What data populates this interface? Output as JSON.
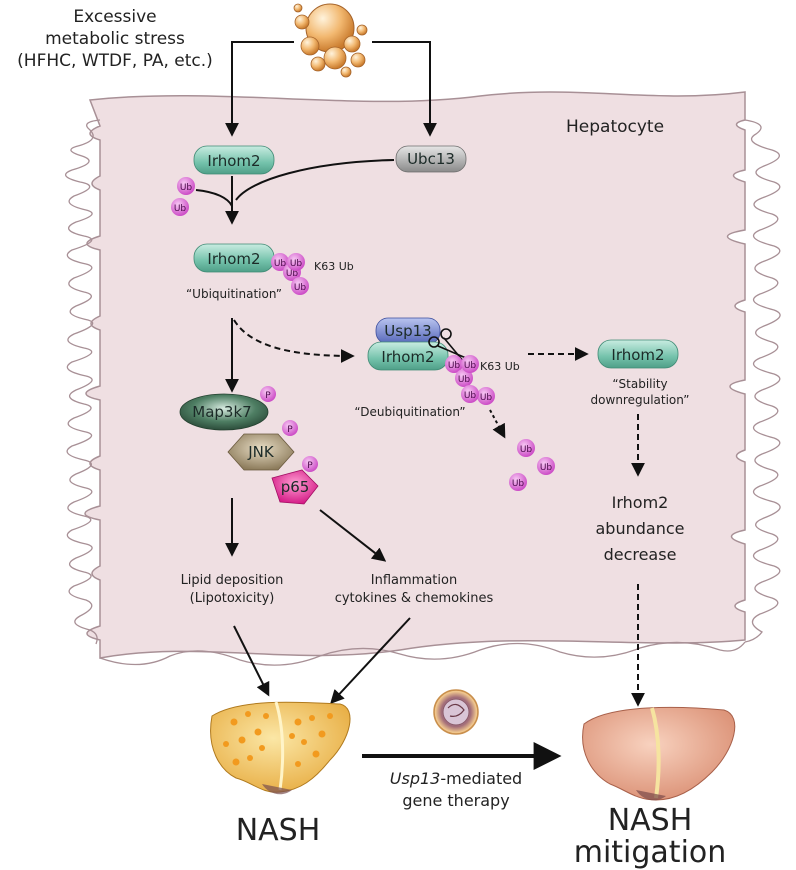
{
  "stress": {
    "line1": "Excessive",
    "line2": "metabolic stress",
    "line3": "(HFHC, WTDF, PA, etc.)"
  },
  "cell_label": "Hepatocyte",
  "proteins": {
    "irhom2_top": "Irhom2",
    "ubc13": "Ubc13",
    "irhom2_ub": "Irhom2",
    "irhom2_deub": "Irhom2",
    "usp13": "Usp13",
    "irhom2_stab": "Irhom2",
    "map3k7": "Map3k7",
    "jnk": "JNK",
    "p65": "p65"
  },
  "ub": "Ub",
  "phospho": "P",
  "k63_ub_1": "K63 Ub",
  "k63_ub_2": "K63 Ub",
  "ubiquitination": "“Ubiquitination”",
  "deubiquitination": "“Deubiquitination”",
  "stability": {
    "line1": "“Stability",
    "line2": "downregulation”"
  },
  "abundance": {
    "line1": "Irhom2",
    "line2": "abundance",
    "line3": "decrease"
  },
  "lipid": {
    "line1": "Lipid deposition",
    "line2": "(Lipotoxicity)"
  },
  "inflammation": {
    "line1": "Inflammation",
    "line2": "cytokines & chemokines"
  },
  "therapy": {
    "gene": "Usp13",
    "line1_rest": "-mediated",
    "line2": "gene therapy"
  },
  "nash": "NASH",
  "mitigation": {
    "line1": "NASH",
    "line2": "mitigation"
  },
  "colors": {
    "cell_fill": "#efdfe2",
    "cell_border": "#a89096",
    "irhom2": "#7cc5b0",
    "ubc13": "#9a9a9a",
    "usp13": "#6f7fc6",
    "map3k7": "#3f6e55",
    "jnk": "#9a8a6a",
    "p65": "#e2359a",
    "ub": "#dd6fd8",
    "liver_nash": "#f2c14e",
    "liver_healthy": "#e8a68c"
  }
}
